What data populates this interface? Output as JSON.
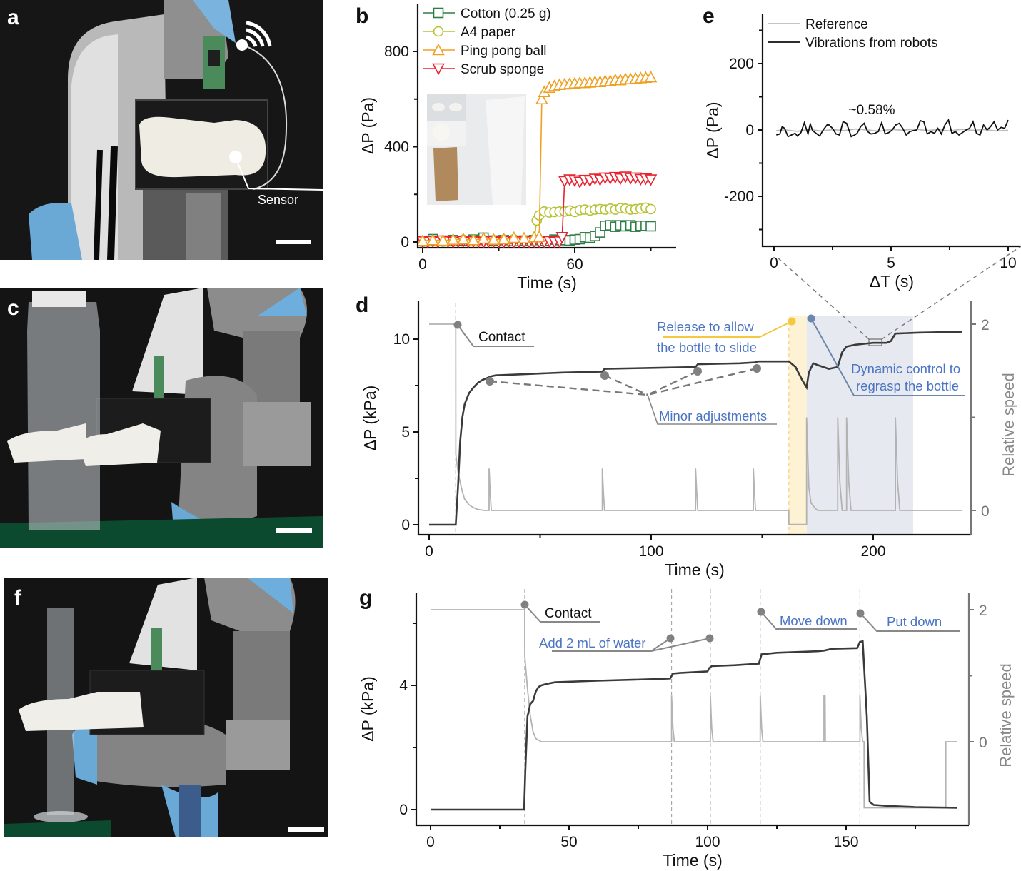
{
  "panels": {
    "a": {
      "letter": "a",
      "label": "Sensor",
      "icon": "wifi-icon",
      "scale_bar": true
    },
    "c": {
      "letter": "c",
      "scale_bar": true
    },
    "f": {
      "letter": "f",
      "scale_bar": true
    }
  },
  "chart_data": [
    {
      "id": "b",
      "letter": "b",
      "type": "line",
      "title": "",
      "xlabel": "Time (s)",
      "ylabel": "ΔP (Pa)",
      "xlim": [
        -1,
        95
      ],
      "ylim": [
        -20,
        1000
      ],
      "xticks": [
        0,
        60
      ],
      "xminor": [
        30,
        90
      ],
      "yticks": [
        0,
        400,
        800
      ],
      "yminor": [
        200,
        600
      ],
      "legend_position": "top-left",
      "inset": "photo of cotton balls, ping pong ball, scrub sponge and rolled A4 paper",
      "series": [
        {
          "name": "Cotton (0.25 g)",
          "color": "#2e7d46",
          "marker": "square",
          "x": [
            0,
            4,
            8,
            12,
            16,
            20,
            24,
            28,
            32,
            36,
            40,
            44,
            48,
            52,
            54,
            56,
            58,
            60,
            62,
            64,
            66,
            68,
            70,
            72,
            74,
            76,
            78,
            80,
            82,
            84,
            86,
            88,
            90
          ],
          "y": [
            5,
            12,
            4,
            8,
            5,
            10,
            18,
            6,
            8,
            4,
            6,
            8,
            5,
            10,
            8,
            8,
            6,
            10,
            12,
            20,
            18,
            25,
            40,
            68,
            70,
            64,
            70,
            66,
            70,
            64,
            68,
            68,
            66
          ]
        },
        {
          "name": "A4 paper",
          "color": "#b5c234",
          "marker": "circle",
          "x": [
            0,
            4,
            8,
            12,
            16,
            20,
            24,
            28,
            32,
            36,
            40,
            44,
            45,
            46,
            48,
            50,
            52,
            54,
            56,
            58,
            60,
            62,
            64,
            66,
            68,
            70,
            72,
            74,
            76,
            78,
            80,
            82,
            84,
            86,
            88,
            90
          ],
          "y": [
            0,
            4,
            2,
            6,
            10,
            8,
            6,
            8,
            10,
            12,
            8,
            10,
            90,
            112,
            128,
            124,
            126,
            128,
            128,
            132,
            126,
            134,
            136,
            132,
            136,
            138,
            136,
            140,
            136,
            142,
            140,
            136,
            138,
            140,
            144,
            138
          ]
        },
        {
          "name": "Ping pong ball",
          "color": "#f0a020",
          "marker": "triangle-up",
          "x": [
            0,
            4,
            8,
            12,
            16,
            20,
            24,
            28,
            32,
            36,
            40,
            44,
            46,
            47,
            48,
            50,
            52,
            54,
            56,
            58,
            60,
            62,
            64,
            66,
            68,
            70,
            72,
            74,
            76,
            78,
            80,
            82,
            84,
            86,
            88,
            90
          ],
          "y": [
            5,
            8,
            6,
            10,
            12,
            8,
            15,
            10,
            12,
            18,
            16,
            20,
            22,
            600,
            630,
            648,
            655,
            660,
            662,
            664,
            666,
            668,
            668,
            670,
            672,
            672,
            676,
            676,
            680,
            680,
            684,
            684,
            686,
            688,
            690,
            692
          ]
        },
        {
          "name": "Scrub sponge",
          "color": "#e8222e",
          "marker": "triangle-down",
          "x": [
            0,
            2,
            4,
            6,
            8,
            10,
            12,
            14,
            16,
            18,
            20,
            22,
            24,
            26,
            28,
            30,
            32,
            34,
            36,
            38,
            40,
            42,
            44,
            46,
            48,
            50,
            52,
            54,
            55,
            56,
            58,
            60,
            62,
            64,
            66,
            68,
            70,
            72,
            74,
            76,
            78,
            80,
            82,
            84,
            86,
            88,
            90
          ],
          "y": [
            2,
            0,
            3,
            0,
            6,
            2,
            0,
            1,
            3,
            0,
            2,
            1,
            0,
            2,
            3,
            0,
            1,
            3,
            0,
            2,
            1,
            0,
            2,
            1,
            0,
            3,
            1,
            2,
            20,
            255,
            262,
            258,
            252,
            260,
            258,
            265,
            262,
            270,
            268,
            272,
            266,
            274,
            268,
            270,
            264,
            266,
            262
          ]
        }
      ]
    },
    {
      "id": "e",
      "letter": "e",
      "type": "line",
      "xlabel": "ΔT (s)",
      "ylabel": "ΔP (Pa)",
      "xlim": [
        -0.2,
        10.3
      ],
      "ylim": [
        -340,
        350
      ],
      "xticks": [
        0,
        5,
        10
      ],
      "xminor": [
        2.5,
        7.5
      ],
      "yticks": [
        -200,
        0,
        200
      ],
      "yminor": [
        -300,
        -100,
        100,
        300
      ],
      "legend_position": "top-left",
      "annotation": "~0.58%",
      "series": [
        {
          "name": "Reference",
          "color": "#bbbbbb",
          "x": [
            0.1,
            0.5,
            1,
            1.5,
            2,
            2.5,
            3,
            3.5,
            4,
            4.5,
            5,
            5.5,
            6,
            6.5,
            7,
            7.5,
            8,
            8.5,
            9,
            9.5,
            10
          ],
          "y": [
            -2,
            0,
            -4,
            2,
            -3,
            1,
            -2,
            3,
            0,
            -4,
            2,
            -1,
            3,
            -2,
            1,
            -3,
            2,
            -1,
            1,
            -3,
            -1
          ]
        },
        {
          "name": "Vibrations from robots",
          "color": "#111111",
          "x": [
            0.1,
            0.25,
            0.35,
            0.45,
            0.6,
            0.75,
            0.9,
            1.0,
            1.15,
            1.3,
            1.45,
            1.55,
            1.65,
            1.8,
            1.95,
            2.1,
            2.3,
            2.5,
            2.65,
            2.8,
            2.95,
            3.1,
            3.3,
            3.45,
            3.55,
            3.7,
            3.85,
            4.0,
            4.15,
            4.3,
            4.45,
            4.6,
            4.75,
            4.9,
            5.05,
            5.2,
            5.35,
            5.5,
            5.65,
            5.8,
            5.95,
            6.1,
            6.25,
            6.4,
            6.55,
            6.7,
            6.85,
            7.0,
            7.15,
            7.3,
            7.45,
            7.6,
            7.75,
            7.9,
            8.05,
            8.2,
            8.35,
            8.5,
            8.65,
            8.8,
            8.95,
            9.1,
            9.25,
            9.4,
            9.55,
            9.7,
            9.85,
            10.0
          ],
          "y": [
            -15,
            -12,
            10,
            5,
            -20,
            -15,
            -10,
            -18,
            -8,
            22,
            -12,
            18,
            -2,
            -10,
            -18,
            0,
            18,
            5,
            -12,
            -15,
            25,
            20,
            -20,
            -15,
            -10,
            10,
            20,
            -5,
            -12,
            -10,
            -5,
            22,
            -12,
            -8,
            0,
            15,
            20,
            5,
            -15,
            -5,
            -2,
            0,
            28,
            25,
            -12,
            -5,
            -10,
            5,
            -12,
            15,
            30,
            -10,
            -5,
            -15,
            -8,
            0,
            5,
            25,
            -10,
            -15,
            15,
            0,
            10,
            25,
            0,
            8,
            5,
            30
          ]
        }
      ]
    },
    {
      "id": "d",
      "letter": "d",
      "type": "line",
      "xlabel": "Time (s)",
      "ylabel": "ΔP (kPa)",
      "ylabel_right": "Relative speed",
      "xlim": [
        -5,
        245
      ],
      "ylim": [
        -0.5,
        12
      ],
      "y2lim": [
        -0.4,
        2.4
      ],
      "xticks": [
        0,
        100,
        200
      ],
      "xminor": [
        50,
        150
      ],
      "yticks": [
        0,
        5,
        10
      ],
      "yminor": [
        2.5,
        7.5
      ],
      "y2ticks": [
        0,
        2
      ],
      "y2minor": [
        1
      ],
      "shaded_regions": [
        {
          "name": "release",
          "x0": 162,
          "x1": 170,
          "color": "#fdf2d3"
        },
        {
          "name": "regrasp",
          "x0": 170,
          "x1": 218,
          "color": "#e6e9ef"
        }
      ],
      "vlines": [
        12,
        162
      ],
      "annotations": [
        {
          "text": "Contact",
          "color": "#111111",
          "x": 12
        },
        {
          "text": "Release to allow",
          "color": "#4a74c4"
        },
        {
          "text": "the bottle to slide",
          "color": "#4a74c4"
        },
        {
          "text": "Minor adjustments",
          "color": "#4a74c4"
        },
        {
          "text": "Dynamic control to",
          "color": "#4a74c4"
        },
        {
          "text": "regrasp the bottle",
          "color": "#4a74c4"
        }
      ],
      "series": [
        {
          "name": "ΔP",
          "axis": "left",
          "color": "#3a3a3a",
          "x": [
            0,
            12,
            13,
            14,
            15,
            16,
            18,
            20,
            22,
            24,
            26,
            28,
            30,
            40,
            60,
            78,
            79,
            100,
            120,
            121,
            140,
            147,
            148,
            162,
            165,
            168,
            170,
            171,
            173,
            175,
            180,
            184,
            186,
            188,
            192,
            196,
            200,
            206,
            208,
            210,
            220,
            240
          ],
          "y": [
            0,
            0,
            2,
            4.5,
            5.8,
            6.5,
            7.1,
            7.4,
            7.65,
            7.8,
            7.9,
            8.0,
            8.05,
            8.1,
            8.2,
            8.25,
            8.4,
            8.45,
            8.5,
            8.65,
            8.7,
            8.75,
            8.8,
            8.8,
            8.5,
            7.8,
            7.4,
            8.2,
            8.7,
            8.6,
            8.4,
            8.5,
            9.3,
            9.6,
            9.7,
            9.75,
            9.8,
            9.8,
            9.9,
            10.3,
            10.35,
            10.4
          ]
        },
        {
          "name": "Relative speed",
          "axis": "right",
          "color": "#b3b3b3",
          "x": [
            0,
            12,
            12.01,
            13,
            14,
            15,
            16,
            18,
            20,
            22,
            25,
            27,
            27.01,
            27.5,
            28,
            78,
            78.01,
            78.5,
            79,
            120,
            120.01,
            120.5,
            121,
            146,
            146.01,
            146.5,
            147,
            162,
            162.01,
            170,
            170.01,
            170.5,
            171,
            172,
            174,
            175,
            184,
            184.01,
            185,
            186,
            188,
            188.01,
            189,
            190,
            210,
            210.01,
            211,
            212,
            240
          ],
          "y": [
            2,
            2,
            0.6,
            0.42,
            0.3,
            0.2,
            0.12,
            0.06,
            0.03,
            0.01,
            0,
            0,
            0.45,
            0.2,
            0,
            0,
            0.45,
            0.2,
            0,
            0,
            0.45,
            0.2,
            0,
            0,
            0.45,
            0.2,
            0,
            0,
            -0.15,
            -0.15,
            1.0,
            0.6,
            0.25,
            0.08,
            0.02,
            0,
            0,
            1.0,
            0.3,
            0,
            0,
            1.0,
            0.3,
            0,
            0,
            1.0,
            0.3,
            0,
            0
          ]
        }
      ],
      "zoom_box": {
        "x": 200,
        "y": 9.75,
        "links_to": "e"
      }
    },
    {
      "id": "g",
      "letter": "g",
      "type": "line",
      "xlabel": "Time (s)",
      "ylabel": "ΔP (kPa)",
      "ylabel_right": "Relative speed",
      "xlim": [
        -2,
        193
      ],
      "ylim": [
        -0.3,
        7.1
      ],
      "y2lim": [
        -1.1,
        2.4
      ],
      "xticks": [
        0,
        50,
        100,
        150
      ],
      "xminor": [
        25,
        75,
        125,
        175
      ],
      "yticks": [
        0,
        4
      ],
      "yminor": [
        2,
        6
      ],
      "y2ticks": [
        0,
        2
      ],
      "y2minor": [
        1
      ],
      "vlines": [
        34,
        87,
        101,
        119,
        155
      ],
      "annotations": [
        {
          "text": "Contact",
          "color": "#111111"
        },
        {
          "text": "Add 2 mL of water",
          "color": "#4a74c4"
        },
        {
          "text": "Move down",
          "color": "#4a74c4"
        },
        {
          "text": "Put down",
          "color": "#4a74c4"
        }
      ],
      "series": [
        {
          "name": "ΔP",
          "axis": "left",
          "color": "#3a3a3a",
          "x": [
            0,
            33.8,
            34.2,
            35,
            36,
            37,
            38,
            39,
            40,
            42,
            45,
            60,
            80,
            86.5,
            87.5,
            90,
            100,
            100.5,
            101.5,
            110,
            118.5,
            119.5,
            125,
            140,
            142,
            145,
            154,
            155,
            156,
            157.5,
            158.5,
            160,
            165,
            175,
            190
          ],
          "y": [
            0,
            0,
            1.2,
            3.0,
            3.4,
            3.5,
            3.8,
            3.95,
            4.0,
            4.05,
            4.1,
            4.15,
            4.2,
            4.22,
            4.38,
            4.4,
            4.45,
            4.55,
            4.62,
            4.65,
            4.7,
            5.0,
            5.05,
            5.1,
            5.12,
            5.18,
            5.2,
            5.4,
            5.42,
            3.0,
            0.25,
            0.15,
            0.12,
            0.08,
            0.06
          ]
        },
        {
          "name": "Relative speed",
          "axis": "right",
          "color": "#b3b3b3",
          "x": [
            0,
            34,
            34.01,
            35,
            36,
            37,
            38,
            40,
            45,
            87,
            87.01,
            87.5,
            88,
            101,
            101.01,
            101.5,
            102,
            119,
            119.01,
            119.5,
            120,
            142,
            142.01,
            142.4,
            142.5,
            155,
            155.01,
            155.5,
            156,
            156.5,
            156.51,
            186,
            186.01,
            190
          ],
          "y": [
            2,
            2,
            1.3,
            0.8,
            0.4,
            0.15,
            0.05,
            0,
            0,
            0,
            0.7,
            0.2,
            0,
            0,
            0.7,
            0.2,
            0,
            0,
            0.7,
            0.2,
            0,
            0,
            0.7,
            0.7,
            0,
            0,
            0.7,
            0.2,
            0,
            0,
            -1.0,
            -1.0,
            0,
            0
          ]
        }
      ]
    }
  ]
}
